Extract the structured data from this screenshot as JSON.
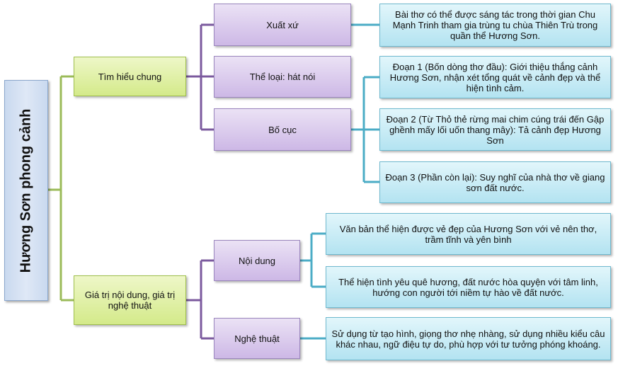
{
  "root": {
    "label": "Hương Sơn phong cảnh"
  },
  "branches": [
    {
      "label": "Tìm hiểu chung",
      "children": [
        {
          "label": "Xuất xứ",
          "details": [
            "Bài thơ có thể được sáng tác trong thời gian Chu Mạnh Trinh tham gia trùng tu chùa Thiên Trù trong quần thể Hương Sơn."
          ]
        },
        {
          "label": "Thể loại: hát nói",
          "details": []
        },
        {
          "label": "Bố cục",
          "details": [
            "Đoạn 1 (Bốn dòng thơ đầu): Giới thiệu thắng cảnh Hương Sơn, nhận xét tổng quát về cảnh đẹp và thể hiện tình cảm.",
            "Đoạn 2 (Từ Thỏ thẻ rừng mai chim cúng trái đến Gập ghềnh mấy lối uốn thang mây): Tả cảnh đẹp Hương Sơn",
            "Đoạn 3 (Phần còn lại): Suy nghĩ của nhà thơ về giang sơn đất nước."
          ]
        }
      ]
    },
    {
      "label": "Giá trị nội dung, giá trị nghệ thuật",
      "children": [
        {
          "label": "Nội dung",
          "details": [
            "Văn bản thể hiện được vẻ đẹp của Hương Sơn với vẻ nên thơ, trầm tĩnh và yên bình",
            "Thể hiện tình yêu quê hương, đất nước hòa quyện với tâm linh, hướng con người tới niềm tự hào về đất nước."
          ]
        },
        {
          "label": "Nghệ thuật",
          "details": [
            "Sử dụng từ tạo hình, giọng thơ nhẹ nhàng, sử dụng nhiều kiểu câu khác nhau, ngữ điệu tự do, phù hợp với tư tưởng phóng khoáng."
          ]
        }
      ]
    }
  ],
  "colors": {
    "branch_line": "#9bbb59",
    "sub_line": "#7b5a9e",
    "detail_line": "#4bacc6"
  }
}
